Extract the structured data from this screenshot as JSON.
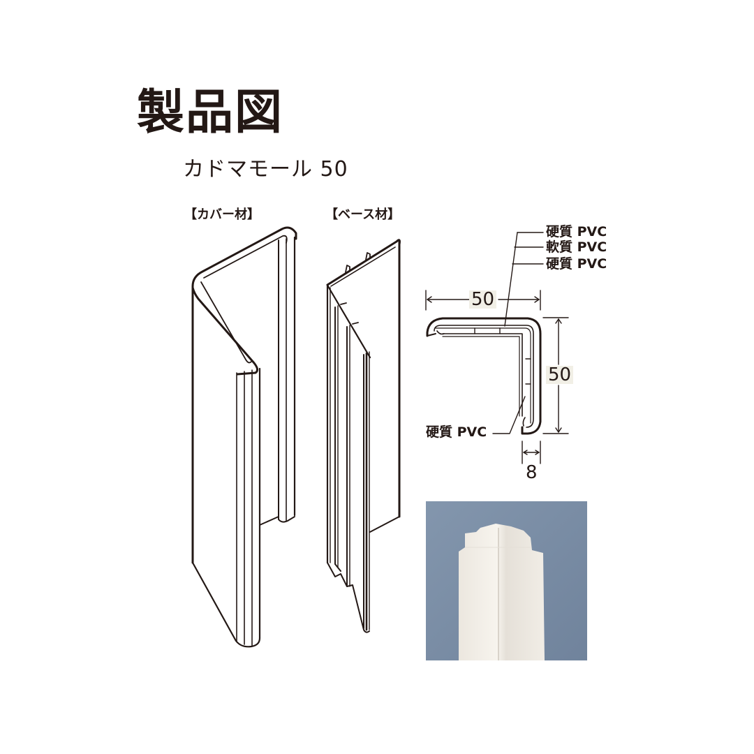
{
  "title": "製品図",
  "product_name": "カドマモール 50",
  "parts": {
    "cover": {
      "label": "【カバー材】"
    },
    "base": {
      "label": "【ベース材】"
    }
  },
  "cross_section": {
    "materials": [
      {
        "label": "硬質 PVC"
      },
      {
        "label": "軟質 PVC"
      },
      {
        "label": "硬質 PVC"
      }
    ],
    "inner_material": {
      "label": "硬質 PVC"
    },
    "dimensions": {
      "width": "50",
      "height": "50",
      "depth": "8"
    }
  },
  "photo": {
    "background_color": "#7b8ea7",
    "product_color": "#f3efe8"
  },
  "colors": {
    "line": "#231815",
    "dim_highlight": "#f1efe6"
  }
}
